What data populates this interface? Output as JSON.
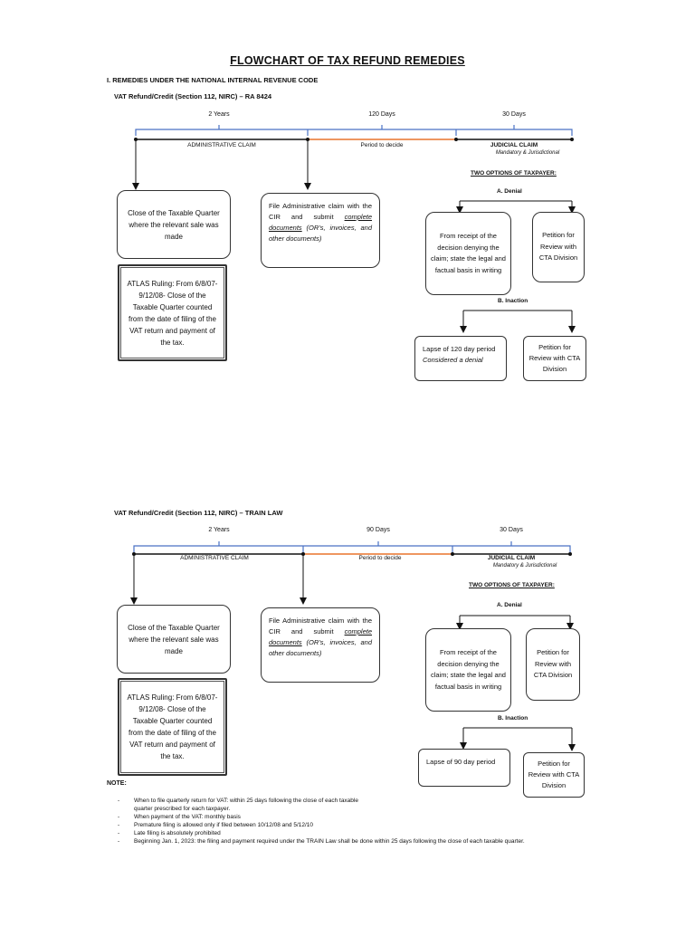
{
  "title": "FLOWCHART OF TAX REFUND REMEDIES",
  "section_heading": "I. REMEDIES UNDER THE NATIONAL INTERNAL REVENUE CODE",
  "flows": [
    {
      "heading": "VAT Refund/Credit (Section 112, NIRC) – RA 8424",
      "periods": [
        "2 Years",
        "120 Days",
        "30 Days"
      ],
      "admin_label": "ADMINISTRATIVE CLAIM",
      "decide_label": "Period to decide",
      "judicial_label": "JUDICIAL CLAIM",
      "judicial_sub": "Mandatory & Jurisdictional",
      "options_label": "TWO OPTIONS OF TAXPAYER:",
      "denial_label": "A.   Denial",
      "inaction_label": "B.   Inaction",
      "box_close": "Close of the Taxable Quarter where the relevant sale was made",
      "box_atlas": "ATLAS Ruling: From 6/8/07-9/12/08- Close of the Taxable Quarter counted from the date of filing of the VAT return and payment of the tax.",
      "box_file_a": "File Administrative claim with the CIR and submit ",
      "box_file_b": "complete documents",
      "box_file_c": " (OR’s, invoices, and other documents)",
      "box_denial": "From receipt of the decision denying the claim; state the legal and factual basis in writing",
      "box_petition1": "Petition for Review with CTA Division",
      "box_lapse": "Lapse of 120 day period",
      "box_lapse_sub": "Considered a denial",
      "box_petition2": "Petition for Review with CTA Division"
    },
    {
      "heading": "VAT Refund/Credit (Section 112, NIRC) – TRAIN LAW",
      "periods": [
        "2 Years",
        "90 Days",
        "30 Days"
      ],
      "admin_label": "ADMINISTRATIVE CLAIM",
      "decide_label": "Period to decide",
      "judicial_label": "JUDICIAL CLAIM",
      "judicial_sub": "Mandatory & Jurisdictional",
      "options_label": "TWO OPTIONS OF TAXPAYER:",
      "denial_label": "A.   Denial",
      "inaction_label": "B.   Inaction",
      "box_close": "Close of the Taxable Quarter where the relevant sale was made",
      "box_atlas": "ATLAS Ruling: From 6/8/07-9/12/08- Close of the Taxable Quarter counted from the date of filing of the VAT return and payment of the tax.",
      "box_file_a": "File Administrative claim with the CIR and submit ",
      "box_file_b": "complete documents",
      "box_file_c": " (OR’s, invoices, and other documents)",
      "box_denial": "From receipt of the decision denying the claim; state the legal and factual basis in writing",
      "box_petition1": "Petition for Review with CTA Division",
      "box_lapse": "Lapse of 90 day period",
      "box_lapse_sub": "",
      "box_petition2": "Petition for Review with CTA Division"
    }
  ],
  "note_label": "NOTE:",
  "notes": [
    "When to file quarterly return for VAT: within 25 days following the close of each taxable quarter prescribed for each taxpayer.",
    "When payment of the VAT: monthly basis",
    "Premature filing is allowed only if filed between 10/12/08 and 5/12/10",
    "Late filing is absolutely prohibited",
    "Beginning Jan. 1, 2023: the filing and payment required under the TRAIN Law shall be done within 25 days following the close of each taxable quarter."
  ],
  "colors": {
    "bracket": "#4a72c4",
    "decide_line": "#e8742c",
    "line": "#111111"
  }
}
